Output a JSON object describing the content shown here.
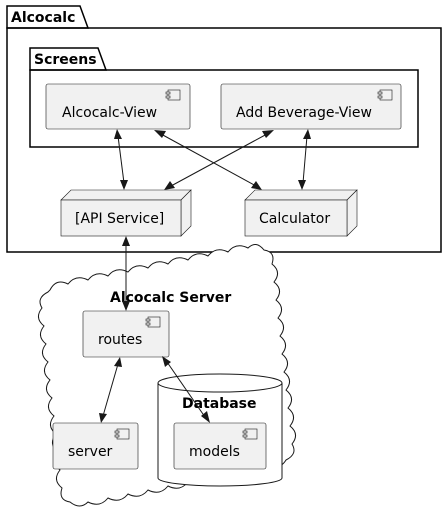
{
  "packages": {
    "outer": "Alcocalc",
    "screens": "Screens"
  },
  "components": {
    "alcocalc_view": "Alcocalc-View",
    "add_beverage_view": "Add Beverage-View",
    "routes": "routes",
    "server": "server",
    "models": "models"
  },
  "nodes": {
    "api_service": "[API Service]",
    "calculator": "Calculator"
  },
  "cloud": "Alcocalc Server",
  "database": "Database"
}
